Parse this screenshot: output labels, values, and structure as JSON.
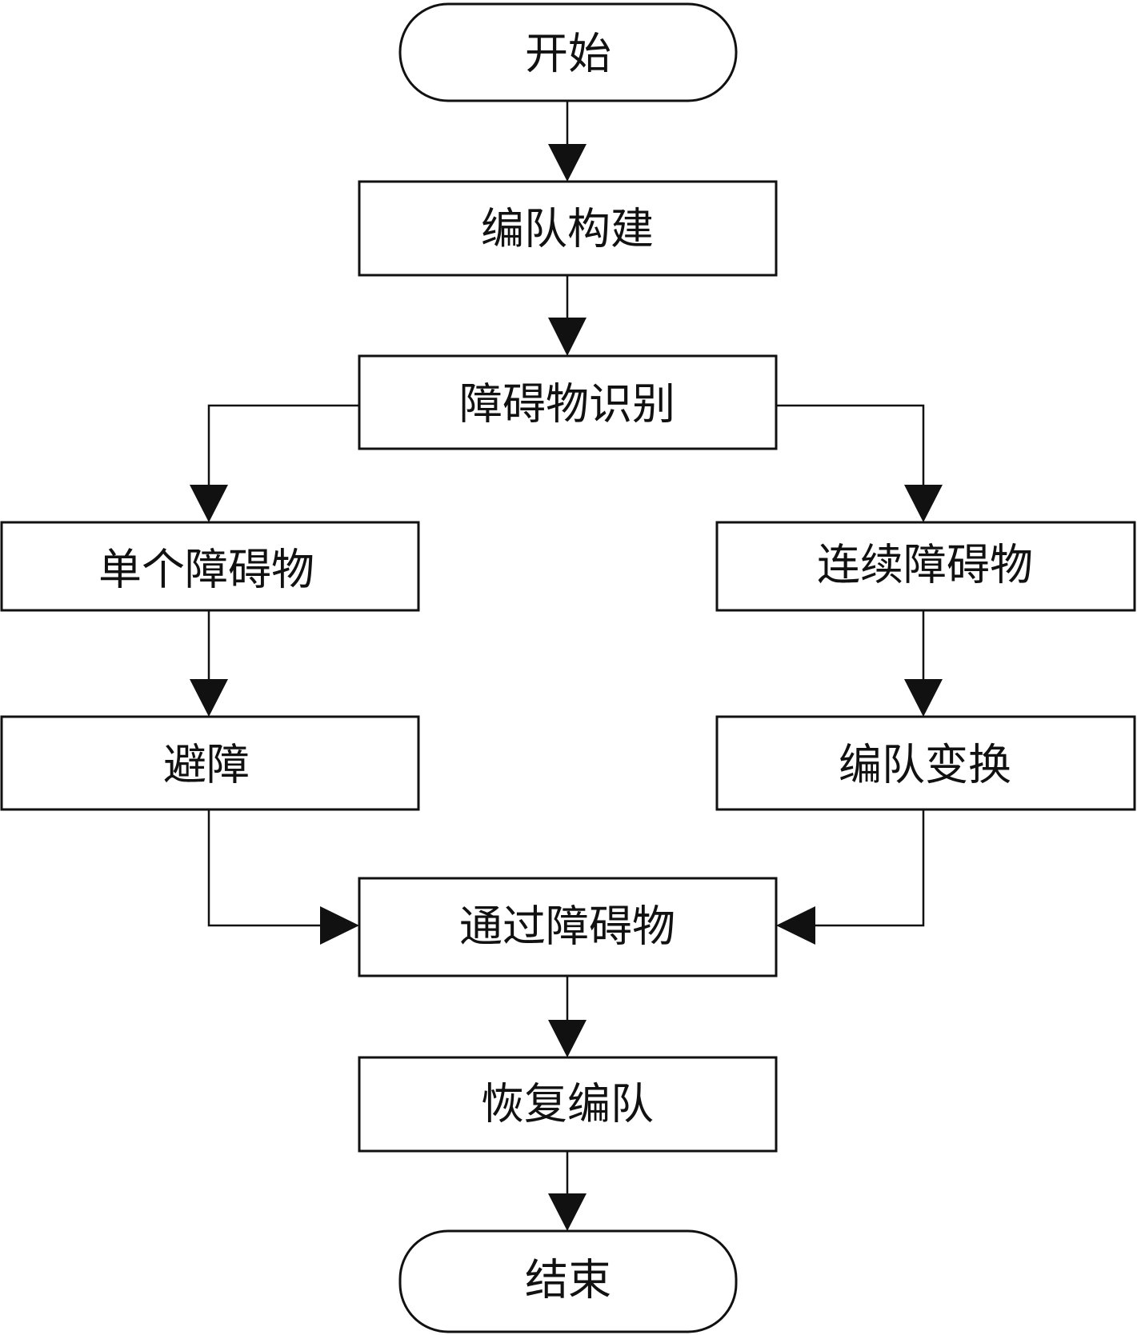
{
  "diagram": {
    "type": "flowchart",
    "nodes": {
      "start": "开始",
      "build": "编队构建",
      "identify": "障碍物识别",
      "single": "单个障碍物",
      "continuous": "连续障碍物",
      "avoid": "避障",
      "transform": "编队变换",
      "pass": "通过障碍物",
      "restore": "恢复编队",
      "end": "结束"
    },
    "edges": [
      [
        "start",
        "build"
      ],
      [
        "build",
        "identify"
      ],
      [
        "identify",
        "single"
      ],
      [
        "identify",
        "continuous"
      ],
      [
        "single",
        "avoid"
      ],
      [
        "continuous",
        "transform"
      ],
      [
        "avoid",
        "pass"
      ],
      [
        "transform",
        "pass"
      ],
      [
        "pass",
        "restore"
      ],
      [
        "restore",
        "end"
      ]
    ]
  }
}
